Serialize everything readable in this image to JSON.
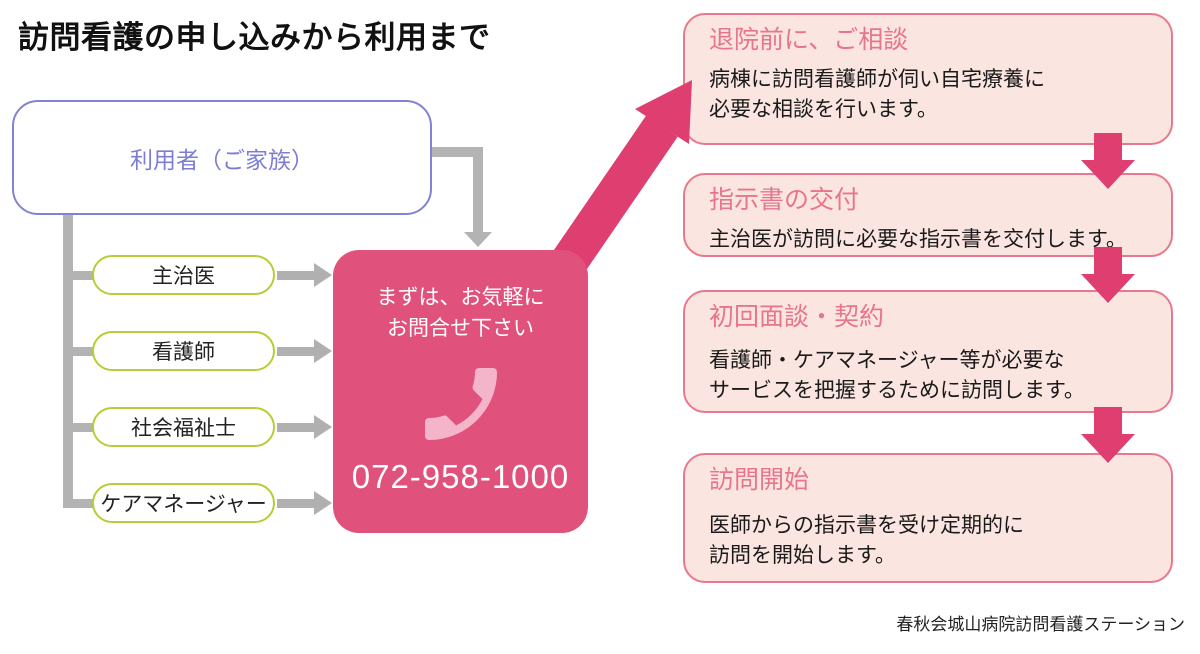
{
  "title": "訪問看護の申し込みから利用まで",
  "flow": {
    "user_box": "利用者（ご家族）",
    "referrers": [
      "主治医",
      "看護師",
      "社会福祉士",
      "ケアマネージャー"
    ],
    "contact": {
      "line1": "まずは、お気軽に",
      "line2": "お問合せ下さい",
      "phone_icon": "phone-handset-icon",
      "phone_number": "072-958-1000"
    }
  },
  "steps": [
    {
      "title": "退院前に、ご相談",
      "body": "病棟に訪問看護師が伺い自宅療養に\n必要な相談を行います。"
    },
    {
      "title": "指示書の交付",
      "body": "主治医が訪問に必要な指示書を交付します。"
    },
    {
      "title": "初回面談・契約",
      "body": "看護師・ケアマネージャー等が必要な\nサービスを把握するために訪問します。"
    },
    {
      "title": "訪問開始",
      "body": "医師からの指示書を受け定期的に\n訪問を開始します。"
    }
  ],
  "footer": "春秋会城山病院訪問看護ステーション",
  "colors": {
    "accent_pink": "#e0527b",
    "arrow_pink": "#df3f70",
    "step_bg": "#fbe5e0",
    "step_border": "#e8798d",
    "step_heading": "#e8758a",
    "pill_green_border": "#b9cc35",
    "user_box_purple": "#8282d6",
    "connector_gray": "#b3b3b3",
    "phone_icon_pink": "#f4b4ca"
  }
}
